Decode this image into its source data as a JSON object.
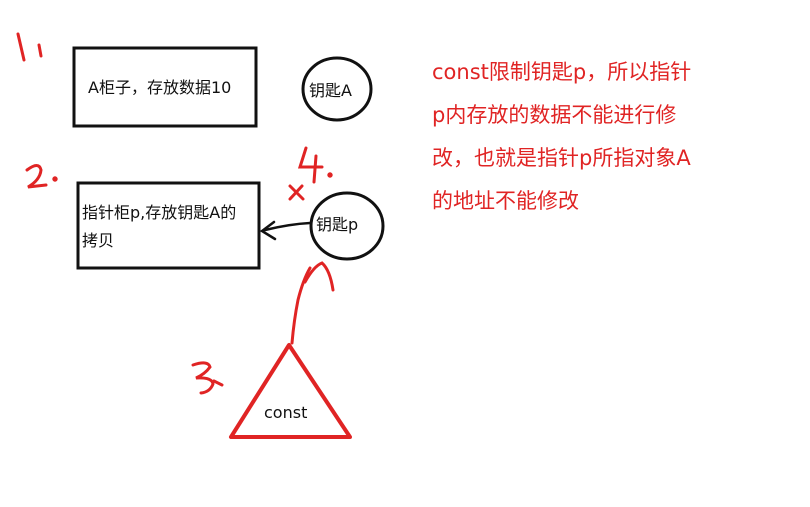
{
  "box_a": {
    "text": "A柜子，存放数据10"
  },
  "key_a": {
    "text": "钥匙A"
  },
  "box_p": {
    "line1": "指针柜p,存放钥匙A的",
    "line2": "拷贝"
  },
  "key_p": {
    "text": "钥匙p"
  },
  "const_tri": {
    "text": "const"
  },
  "note": {
    "lines": [
      "const限制钥匙p，所以指针",
      "p内存放的数据不能进行修",
      "改，也就是指针p所指对象A",
      "的地址不能修改"
    ]
  },
  "colors": {
    "ink": "#111111",
    "red": "#e02424"
  }
}
